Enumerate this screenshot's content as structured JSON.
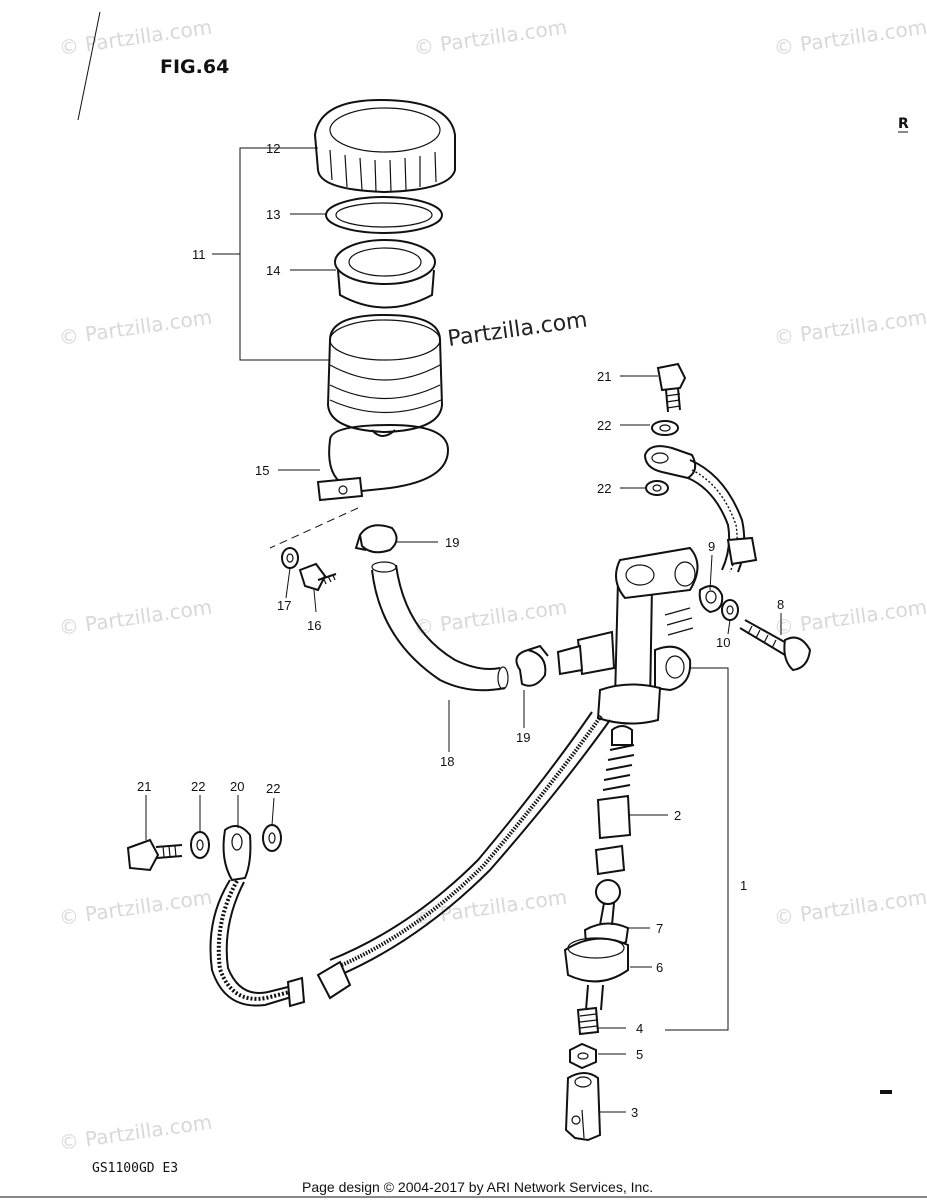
{
  "figure_title": "FIG.64",
  "corner_mark": "R",
  "model_code": "GS1100GD E3",
  "footer": "Page design © 2004-2017 by ARI Network Services, Inc.",
  "watermarks": [
    "© Partzilla.com",
    "© Partzilla.com",
    "© Partzilla.com",
    "© Partzilla.com",
    "© Partzilla.com",
    "© Partzilla.com",
    "© Partzilla.com",
    "© Partzilla.com",
    "© Partzilla.com",
    "© Partzilla.com",
    "© Partzilla.com",
    "© Partzilla.com"
  ],
  "center_watermark": "© Partzilla.com",
  "callouts": [
    "12",
    "13",
    "11",
    "14",
    "15",
    "17",
    "16",
    "19",
    "18",
    "19",
    "21",
    "22",
    "22",
    "9",
    "8",
    "10",
    "1",
    "2",
    "7",
    "6",
    "4",
    "5",
    "3",
    "21",
    "22",
    "20",
    "22"
  ]
}
